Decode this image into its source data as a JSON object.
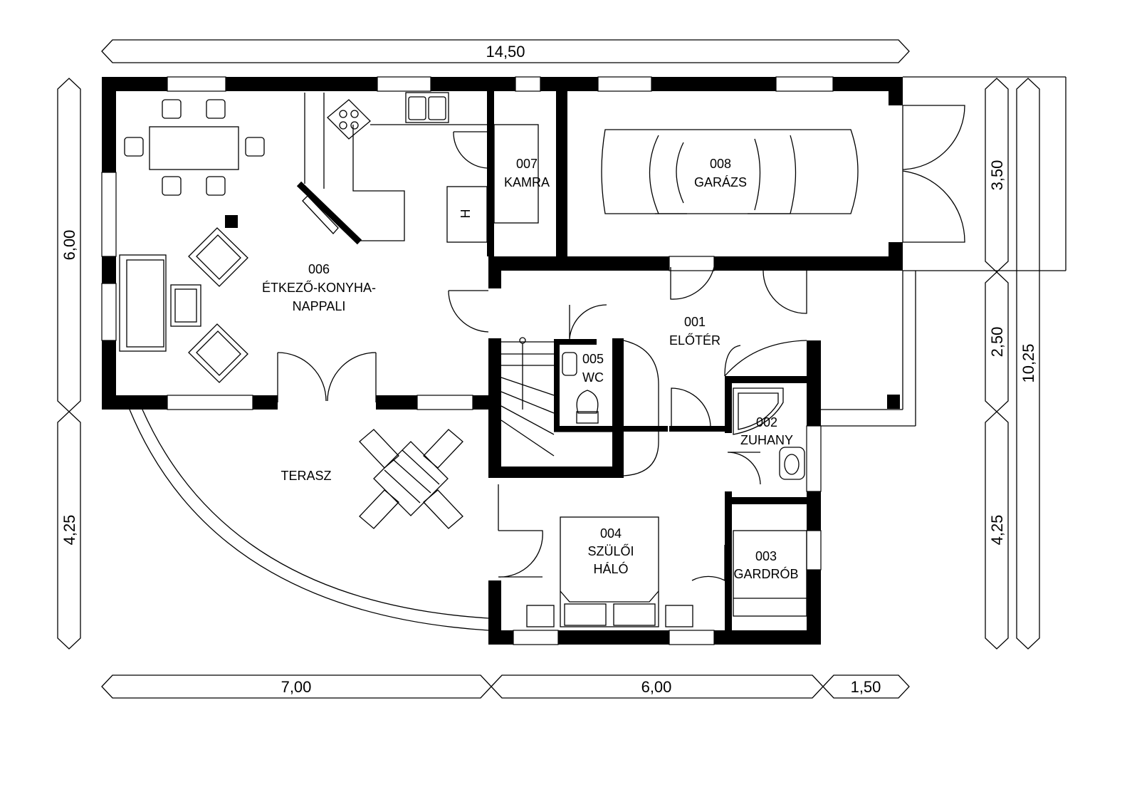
{
  "dimensions": {
    "top_total": "14,50",
    "bottom": [
      "7,00",
      "6,00",
      "1,50"
    ],
    "left": [
      "6,00",
      "4,25"
    ],
    "right_inner": [
      "3,50",
      "2,50",
      "4,25"
    ],
    "right_total": "10,25"
  },
  "rooms": {
    "r006": {
      "num": "006",
      "name1": "ÉTKEZŐ-KONYHA-",
      "name2": "NAPPALI"
    },
    "r007": {
      "num": "007",
      "name": "KAMRA"
    },
    "r008": {
      "num": "008",
      "name": "GARÁZS"
    },
    "r001": {
      "num": "001",
      "name": "ELŐTÉR"
    },
    "r005": {
      "num": "005",
      "name": "WC"
    },
    "r002": {
      "num": "002",
      "name": "ZUHANY"
    },
    "r004": {
      "num": "004",
      "name1": "SZÜLŐI",
      "name2": "HÁLÓ"
    },
    "r003": {
      "num": "003",
      "name": "GARDRÓB"
    },
    "terasz": {
      "name": "TERASZ"
    }
  },
  "symbols": {
    "kitchen_h": "H"
  }
}
